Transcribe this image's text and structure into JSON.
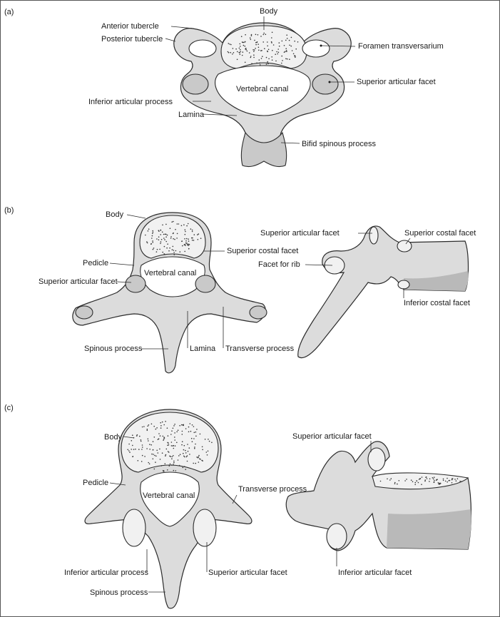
{
  "panels": {
    "a": {
      "letter": "(a)",
      "labels": {
        "body": "Body",
        "anterior_tubercle": "Anterior tubercle",
        "posterior_tubercle": "Posterior tubercle",
        "foramen_transversarium": "Foramen transversarium",
        "vertebral_canal": "Vertebral canal",
        "superior_articular_facet": "Superior articular facet",
        "inferior_articular_process": "Inferior articular process",
        "lamina": "Lamina",
        "bifid_spinous_process": "Bifid spinous process"
      }
    },
    "b": {
      "letter": "(b)",
      "labels": {
        "body": "Body",
        "superior_costal_facet": "Superior costal facet",
        "pedicle": "Pedicle",
        "vertebral_canal": "Vertebral canal",
        "superior_articular_facet": "Superior articular facet",
        "spinous_process": "Spinous process",
        "lamina": "Lamina",
        "transverse_process": "Transverse process",
        "lateral_superior_articular_facet": "Superior articular facet",
        "lateral_superior_costal_facet": "Superior costal facet",
        "facet_for_rib": "Facet for rib",
        "inferior_costal_facet": "Inferior costal facet"
      }
    },
    "c": {
      "letter": "(c)",
      "labels": {
        "body": "Body",
        "pedicle": "Pedicle",
        "vertebral_canal": "Vertebral canal",
        "transverse_process": "Transverse process",
        "inferior_articular_process": "Inferior articular process",
        "superior_articular_facet": "Superior articular facet",
        "spinous_process": "Spinous process",
        "lateral_superior_articular_facet": "Superior articular facet",
        "lateral_inferior_articular_facet": "Inferior articular facet"
      }
    }
  }
}
